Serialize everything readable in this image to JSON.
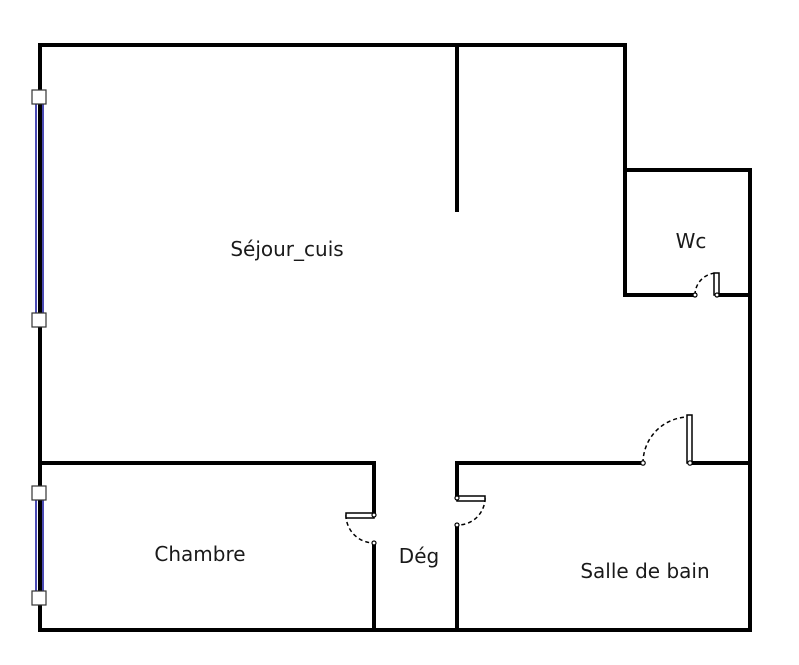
{
  "floorplan": {
    "rooms": [
      {
        "id": "sejour",
        "label": "Séjour_cuis"
      },
      {
        "id": "wc",
        "label": "Wc"
      },
      {
        "id": "chambre",
        "label": "Chambre"
      },
      {
        "id": "deg",
        "label": "Dég"
      },
      {
        "id": "sdb",
        "label": "Salle de bain"
      }
    ],
    "window_color": "#4b4bb5"
  }
}
